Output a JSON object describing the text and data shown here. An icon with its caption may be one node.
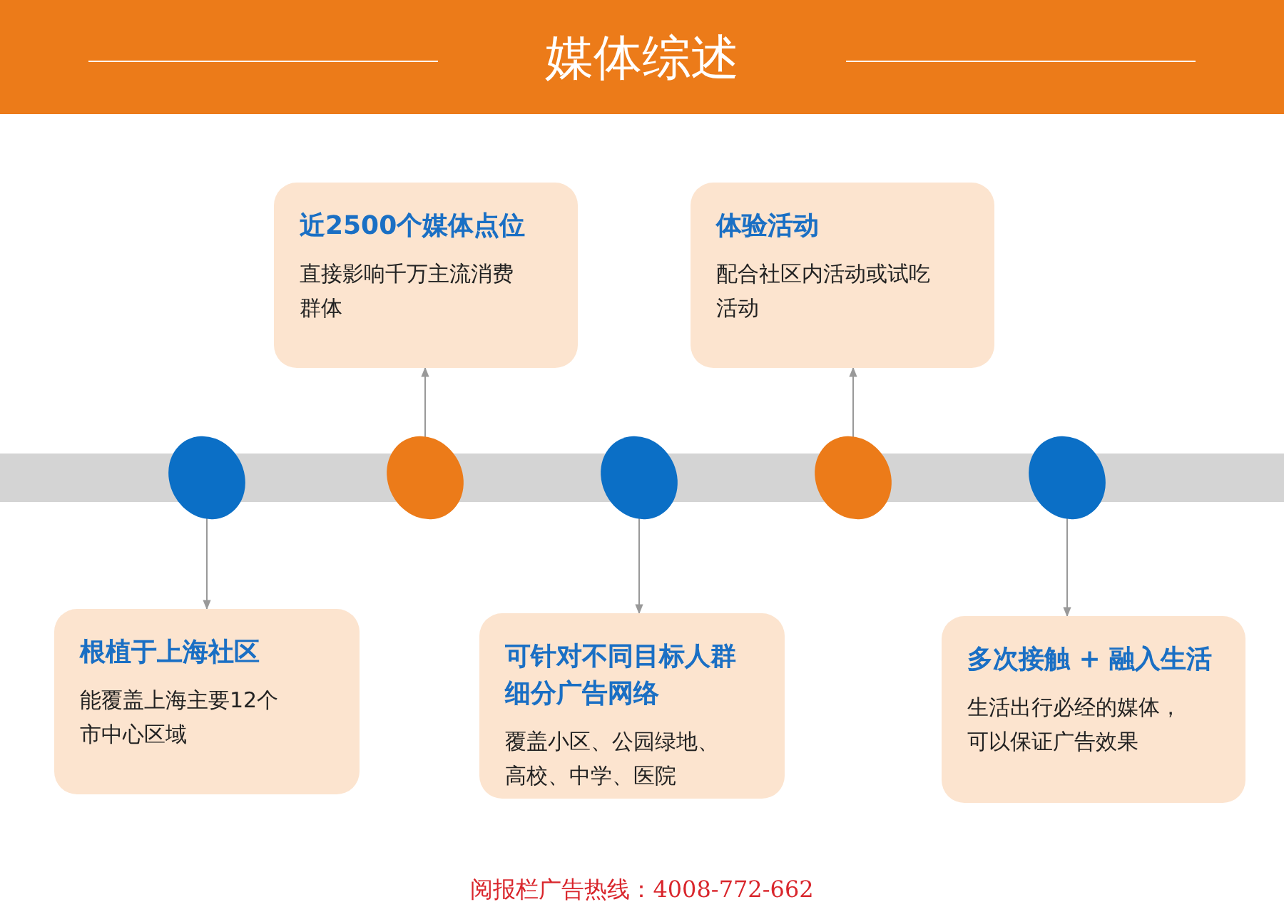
{
  "diagram": {
    "title": "媒体综述",
    "nodes": [
      {
        "text": [
          "近2500个媒体点位",
          "直接影响千万主流消费群体"
        ]
      },
      {
        "text": [
          "体验活动",
          "配合社区内活动或试吃活动"
        ]
      },
      {
        "text": [],
        "shape": "circle"
      },
      {
        "text": [],
        "shape": "circle"
      },
      {
        "text": [],
        "shape": "circle"
      },
      {
        "text": [],
        "shape": "circle"
      },
      {
        "text": [],
        "shape": "circle"
      },
      {
        "text": [
          "根植于上海社区",
          "能覆盖上海主要12个市中心区域"
        ]
      },
      {
        "text": [
          "可针对不同目标人群细分广告网络",
          "覆盖小区、公园绿地、高校、中学、医院"
        ]
      },
      {
        "text": [
          "多次接触 + 融入生活",
          "生活出行必经的媒体，可以保证广告效果"
        ]
      },
      {
        "text": [],
        "shape": "bar"
      }
    ],
    "edges": [
      {
        "from": 2,
        "to": 7,
        "arrow": "to"
      },
      {
        "from": 3,
        "to": 0,
        "arrow": "to"
      },
      {
        "from": 4,
        "to": 8,
        "arrow": "to"
      },
      {
        "from": 5,
        "to": 1,
        "arrow": "to"
      },
      {
        "from": 6,
        "to": 9,
        "arrow": "to"
      }
    ],
    "labels": [
      "阅报栏广告热线：4008-772-662"
    ]
  }
}
